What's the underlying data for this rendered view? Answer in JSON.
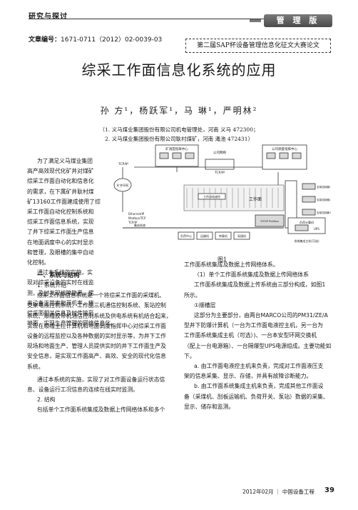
{
  "header": {
    "section_label": "研究与探讨",
    "banner": "管 理 版"
  },
  "article_number": {
    "label": "文章编号：",
    "value": "1671-0711（2012）02-0039-03"
  },
  "conference_label": "第二届SAP杯设备管理信息化征文大赛论文",
  "title": "综采工作面信息化系统的应用",
  "authors": "孙 方¹，杨跃军¹，马 琳¹，严明林²",
  "affiliations": [
    "（1. 义马煤业集团股份有限公司机电管理处，河南 义马 472300；",
    "2. 义马煤业集团股份有限公司耿村煤矿，河南 渑池 472431）"
  ],
  "intro_lines": [
    "为了满足义马煤业集团",
    "高产高效现代化矿井对煤矿",
    "综采工作面自动化和信息化",
    "的需求，在下属矿井耿村煤",
    "矿13160工作面建成使用了综",
    "采工作面自动化控制系统和",
    "综采工作面信息系统，实现",
    "了井下综采工作面生产信息",
    "在地面调度中心的实时显示",
    "和管理，及眼槽的集中自动",
    "化控制。",
    "通过本系统的实施，实",
    "现对综采设备的实时在线监",
    "测，及时发现故障隐患，提",
    "高设备正常率和开机率，将",
    "综采面相关信息及时传输至",
    "地面，实现生产管理的网络信息化。"
  ],
  "section1_heading": "一、系统与结构",
  "subsection1": "1. 系统介绍",
  "left_body": [
    "综采工作面信息系统是一个将综采工作面的采煤机、",
    "支架电液控制系统、工作面三机通信控制系统、泵站控制",
    "系统、顺槽胶带机通信控制系统及供电系统有机结合起来，",
    "实现在顺槽主控计算机和地面调度指挥中心对综采工作面",
    "设备的远程监控以及各种数据的实时显示等，为井下工作",
    "现场和地面生产、管理人员提供实时的井下工作面生产及",
    "安全信息，是实现工作面高产、高效、安全的现代化信息",
    "系统。"
  ],
  "left_body2": [
    "通过本系统的实施，实现了对工作面设备运行状态信",
    "息、设备运行工况信息的连续在线实时监测。"
  ],
  "subsection2": "2. 结构",
  "left_body3": "包括单个工作面系统集成及数据上传网络体系和多个",
  "figure_caption": "图1",
  "right_body": [
    "工作面系统集成及数据上传网络体系。"
  ],
  "right_sub1": "（1）单个工作面系统集成及数据上传网络体系",
  "right_body2": [
    "工作面系统集成及数据上传系统由三部分构成，如图1",
    "所示。"
  ],
  "right_item1": "①顺槽层",
  "right_body3": [
    "这部分为主要部分，由两台MARCO公司的PM31/ZE/A",
    "型井下防爆计算机（一台为工作面电液控主机，另一台为",
    "工作面系统集成主机（可选）)、一台本安型环网交换机",
    "（配上一台电源箱）、一台隔爆型UPS电源组成。主要功能如",
    "下。"
  ],
  "right_body4": [
    "a. 由工作面电液控主机来负责，完成对工作面液压支",
    "架的信息采集、显示、存储，并具有故障诊断能力。",
    "b. 由工作面系统集成主机来负责，完成其他工作面设",
    "备（采煤机、刮板运输机、负荷开关、泵站）数据的采集、",
    "显示、储存和监测。"
  ],
  "footer": {
    "issue": "2012年02月 ｜ 中国设备工程",
    "page": "39"
  },
  "figure_labels": {
    "top_left_box": "矿调度指挥中心",
    "top_right_box": "公司调度指挥中心",
    "tcpip_left": "TCP/IP",
    "tcpip_mid": "TCP/IP",
    "company_net": "公司网络",
    "mine_ring": "矿井环网",
    "workface": "工作面",
    "support_ctrl": "工作面电液控",
    "ethernet": "Ethernet/IP\nModbus/TCP\nTCP/IP",
    "collect_system": "集成系统",
    "profibus": "TCP/IP\nProfibus\nCANbus\nModbus\nRS232/485",
    "bottom_boxes": [
      "负荷中心",
      "运输机",
      "转载机",
      "采煤机"
    ],
    "power": "负荷计算机",
    "ups": "UPS",
    "right_labels": [
      "支架控制器1",
      "支架控制器2",
      "支架控制器3"
    ],
    "system_label": "系统集成主机(可选)"
  }
}
